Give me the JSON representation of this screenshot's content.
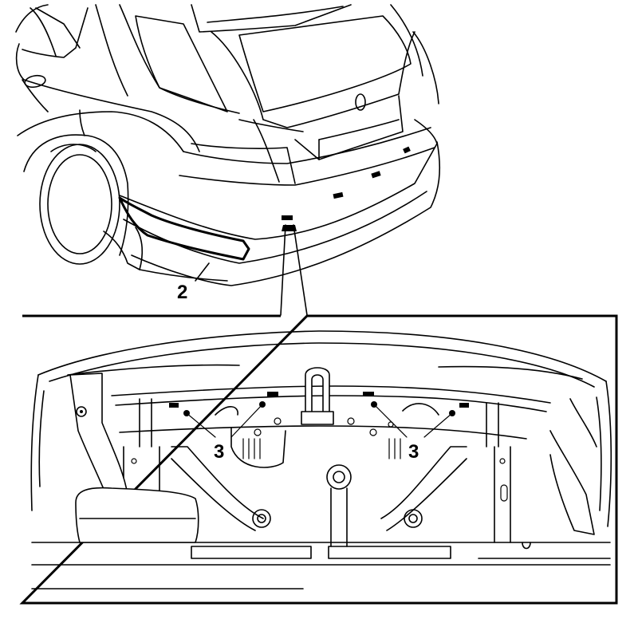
{
  "callouts": {
    "rear_trim_strip": "2",
    "bumper_mounting_point_left": "3",
    "bumper_mounting_point_right": "3"
  }
}
